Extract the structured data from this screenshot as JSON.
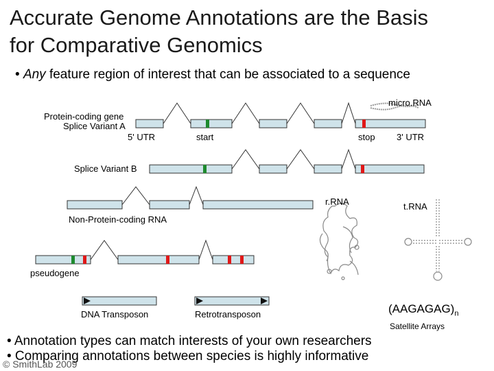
{
  "title_line1": "Accurate Genome Annotations are the Basis",
  "title_line2": "for Comparative Genomics",
  "bullet1_prefix": "• ",
  "bullet1_italic": "Any",
  "bullet1_rest": " feature region of interest that can be associated to a sequence",
  "labels": {
    "protein_coding_gene": "Protein-coding gene",
    "splice_variant_a": "Splice Variant A",
    "utr5": "5' UTR",
    "start": "start",
    "stop": "stop",
    "utr3": "3' UTR",
    "microrna": "micro.RNA",
    "splice_variant_b": "Splice Variant B",
    "rrna": "r.RNA",
    "trna": "t.RNA",
    "non_protein_coding": "Non-Protein-coding RNA",
    "pseudogene": "pseudogene",
    "dna_transposon": "DNA Transposon",
    "retrotransposon": "Retrotransposon",
    "satellite_seq": "(AAGAGAG)",
    "satellite_sub": "n",
    "satellite_arrays": "Satellite Arrays"
  },
  "bottom_bullets": [
    "• Annotation types can match interests of your own researchers",
    "• Comparing annotations between species is highly informative"
  ],
  "copyright": "© SmithLab 2009",
  "colors": {
    "exon": "#cfe3ea",
    "start_codon": "#1e8a2e",
    "stop_codon": "#e01818"
  }
}
